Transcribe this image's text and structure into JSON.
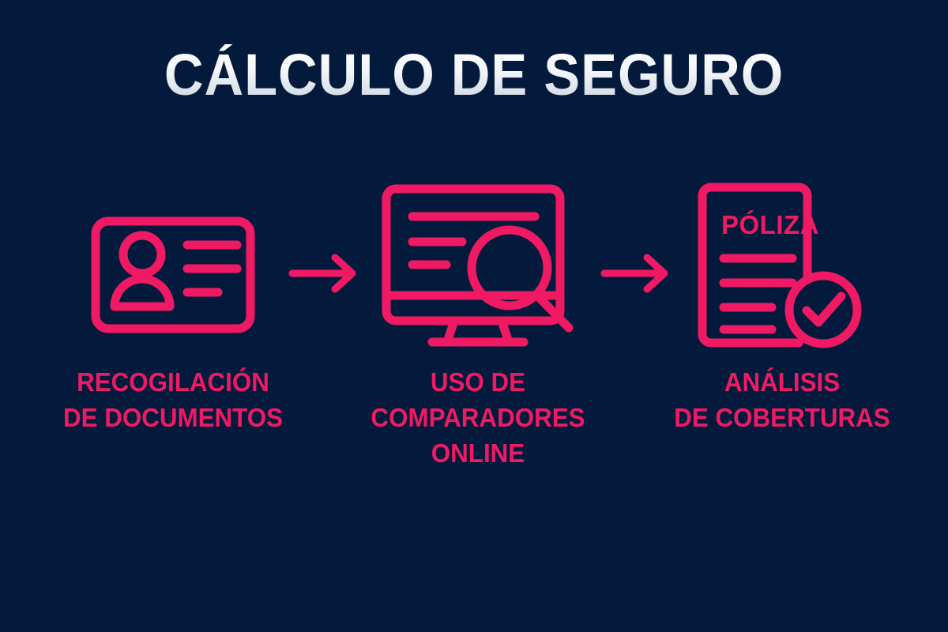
{
  "theme": {
    "background_color": "#041a3c",
    "accent_color": "#ef1a63",
    "title_color": "#eef2f8"
  },
  "header": {
    "title": "CÁLCULO DE SEGURO"
  },
  "steps": [
    {
      "index": 1,
      "icon": "id-card-icon",
      "label": "RECOGILACIÓN\nDE DOCUMENTOS",
      "label_lines": [
        "RECOGILACIÓN",
        "DE DOCUMENTOS"
      ]
    },
    {
      "index": 2,
      "icon": "monitor-search-icon",
      "label": "USO DE\nCOMPARADORES\nONLINE",
      "label_lines": [
        "USO DE",
        "COMPARADORES",
        "ONLINE"
      ]
    },
    {
      "index": 3,
      "icon": "policy-document-check-icon",
      "label": "ANÁLISIS\nDE COBERTURAS",
      "label_lines": [
        "ANÁLISIS",
        "DE COBERTURAS"
      ],
      "document_title": "PÓLIZA"
    }
  ],
  "connectors": [
    {
      "icon": "arrow-right-icon",
      "between": "step-1-to-step-2"
    },
    {
      "icon": "arrow-right-icon",
      "between": "step-2-to-step-3"
    }
  ]
}
